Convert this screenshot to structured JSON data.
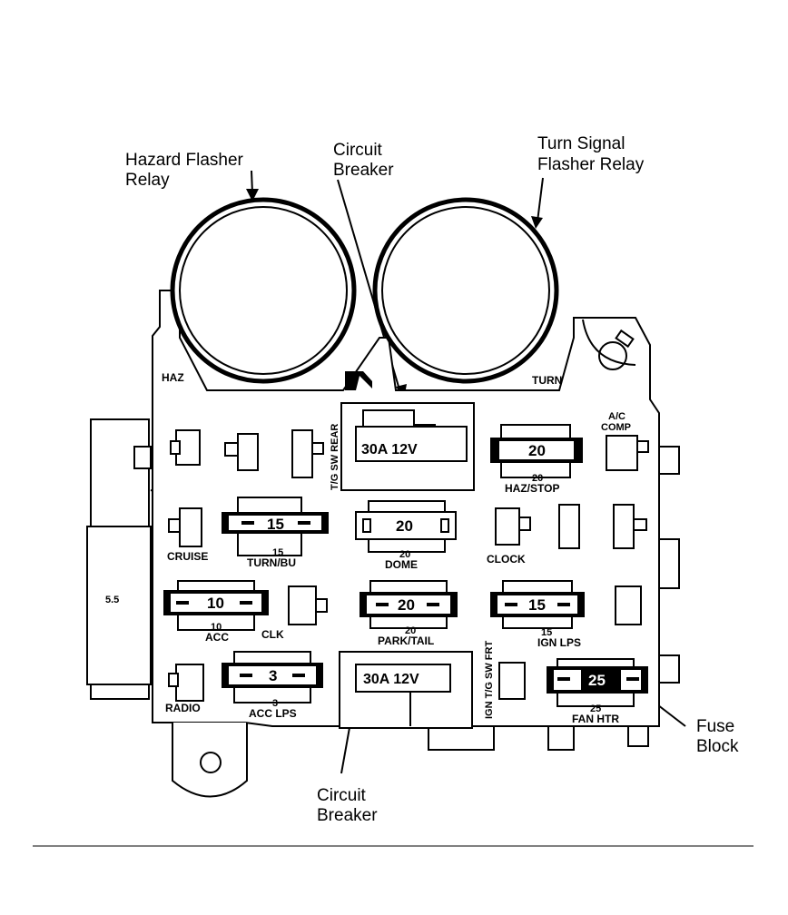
{
  "callouts": {
    "hazard_flasher": [
      "Hazard Flasher",
      "Relay"
    ],
    "circuit_breaker_top": [
      "Circuit",
      "Breaker"
    ],
    "turn_signal_flasher": [
      "Turn Signal",
      "Flasher Relay"
    ],
    "fuse_block": [
      "Fuse",
      "Block"
    ],
    "circuit_breaker_bottom": [
      "Circuit",
      "Breaker"
    ]
  },
  "relay_labels": {
    "left": "HAZ",
    "right": "TURN"
  },
  "breakers": {
    "top": {
      "rating": "30A  12V",
      "side_label": "T/G SW REAR"
    },
    "bottom": {
      "rating": "30A  12V",
      "side_label": "IGN T/G SW FRT"
    }
  },
  "connector_label": "5.5",
  "fuses": {
    "turn_bu": {
      "value": "15",
      "amps": "15",
      "name": "TURN/BU"
    },
    "dome": {
      "value": "20",
      "amps": "20",
      "name": "DOME"
    },
    "haz_stop": {
      "value": "20",
      "amps": "20",
      "name": "HAZ/STOP"
    },
    "acc": {
      "value": "10",
      "amps": "10",
      "name": "ACC"
    },
    "park_tail": {
      "value": "20",
      "amps": "20",
      "name": "PARK/TAIL"
    },
    "ign_lps": {
      "value": "15",
      "amps": "15",
      "name": "IGN LPS"
    },
    "acc_lps": {
      "value": "3",
      "amps": "3",
      "name": "ACC LPS"
    },
    "fan_htr": {
      "value": "25",
      "amps": "25",
      "name": "FAN HTR"
    }
  },
  "slot_labels": {
    "cruise": "CRUISE",
    "clock": "CLOCK",
    "clk": "CLK",
    "radio": "RADIO",
    "ac_comp": [
      "A/C",
      "COMP"
    ]
  }
}
